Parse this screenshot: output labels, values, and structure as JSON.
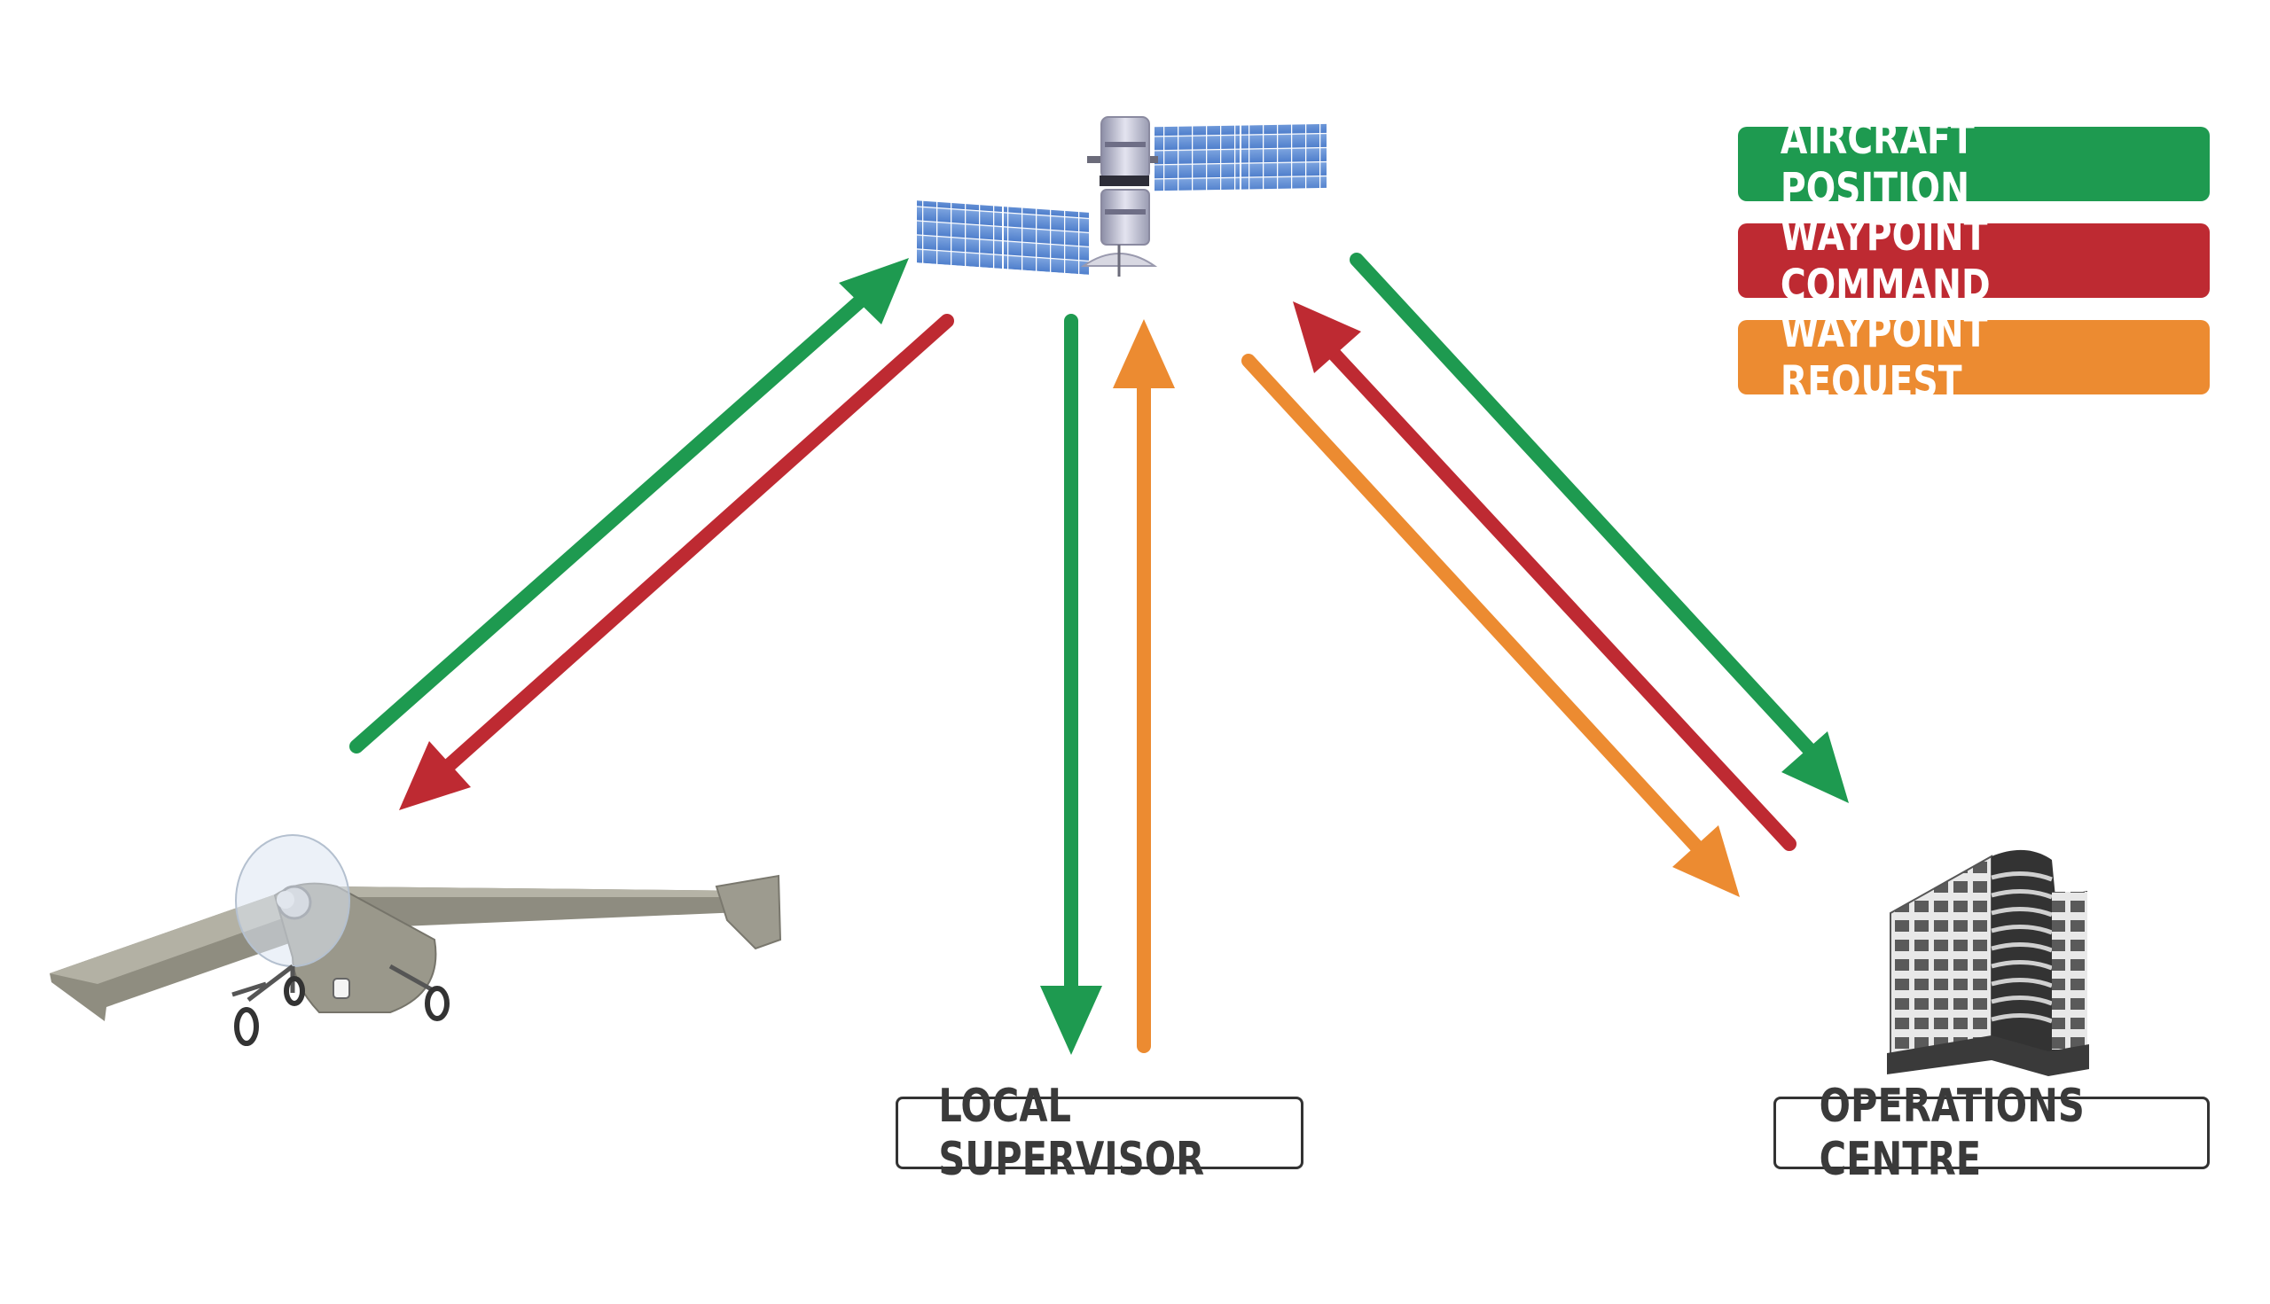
{
  "legend": {
    "aircraft_position": {
      "label": "AIRCRAFT POSITION",
      "color": "#1e9a50"
    },
    "waypoint_command": {
      "label": "WAYPOINT COMMAND",
      "color": "#be2a32"
    },
    "waypoint_request": {
      "label": "WAYPOINT REQUEST",
      "color": "#ec8b31"
    }
  },
  "nodes": {
    "local_supervisor": {
      "label": "LOCAL SUPERVISOR"
    },
    "operations_centre": {
      "label": "OPERATIONS CENTRE"
    }
  },
  "icons": [
    "satellite-icon",
    "uav-aircraft-icon",
    "office-building-icon"
  ],
  "links": [
    {
      "from": "aircraft",
      "to": "satellite",
      "type": "aircraft_position"
    },
    {
      "from": "satellite",
      "to": "aircraft",
      "type": "waypoint_command"
    },
    {
      "from": "satellite",
      "to": "local_supervisor",
      "type": "aircraft_position"
    },
    {
      "from": "local_supervisor",
      "to": "satellite",
      "type": "waypoint_request"
    },
    {
      "from": "satellite",
      "to": "operations_centre",
      "type": "aircraft_position"
    },
    {
      "from": "operations_centre",
      "to": "satellite",
      "type": "waypoint_command"
    },
    {
      "from": "satellite",
      "to": "operations_centre",
      "type": "waypoint_request"
    }
  ]
}
